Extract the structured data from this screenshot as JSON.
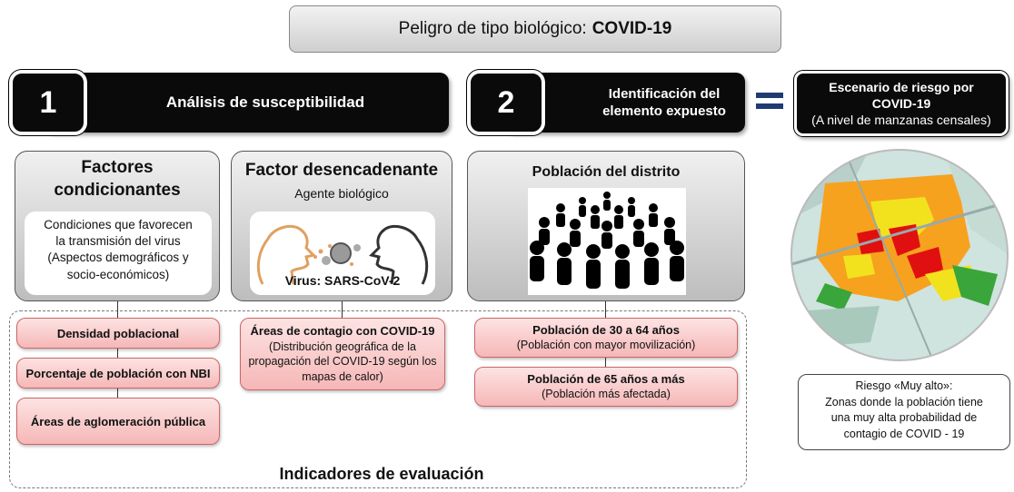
{
  "title": {
    "prefix": "Peligro de tipo biológico:",
    "bold": "COVID-19"
  },
  "section1": {
    "number": "1",
    "label": "Análisis de susceptibilidad"
  },
  "section2": {
    "number": "2",
    "label_line1": "Identificación del",
    "label_line2": "elemento expuesto"
  },
  "equals": "=",
  "scenario": {
    "line1": "Escenario de riesgo por",
    "line2": "COVID-19",
    "line3": "(A nivel de manzanas censales)"
  },
  "factores": {
    "title_line1": "Factores",
    "title_line2": "condicionantes",
    "desc_line1": "Condiciones que favorecen",
    "desc_line2": "la transmisión del virus",
    "desc_line3": "(Aspectos demográficos y",
    "desc_line4": "socio-económicos)"
  },
  "desencadenante": {
    "title": "Factor desencadenante",
    "subtitle": "Agente biológico",
    "virus": "Virus: SARS-CoV-2"
  },
  "poblacion": {
    "title": "Población del distrito"
  },
  "indicators": {
    "factores": [
      "Densidad poblacional",
      "Porcentaje de población con NBI",
      "Áreas de aglomeración pública"
    ],
    "contagio": {
      "title": "Áreas de contagio con COVID-19",
      "line1": "(Distribución geográfica de la",
      "line2": "propagación del COVID-19 según los",
      "line3": "mapas de calor)"
    },
    "pob_30_64": {
      "title": "Población de 30 a 64 años",
      "sub": "(Población con mayor movilización)"
    },
    "pob_65": {
      "title": "Población de 65 años a más",
      "sub": "(Población más afectada)"
    }
  },
  "indicadores_label": "Indicadores de evaluación",
  "riesgo": {
    "line1": "Riesgo «Muy alto»:",
    "line2": "Zonas donde la población tiene",
    "line3": "una muy alta probabilidad de",
    "line4": "contagio de COVID - 19"
  },
  "colors": {
    "very_high": "#e01010",
    "high": "#f6a21e",
    "medium": "#f2e21e",
    "low": "#3aa53a",
    "dark": "#0a0a0a",
    "pink": "#f6b7b7"
  }
}
